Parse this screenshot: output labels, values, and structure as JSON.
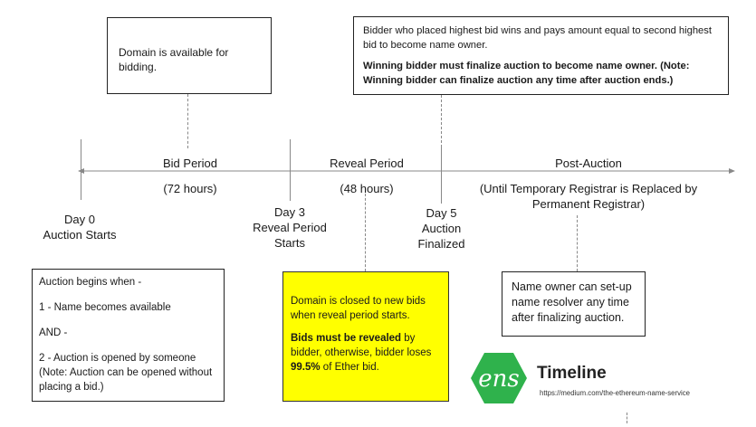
{
  "top_left_box": {
    "text": "Domain is available for bidding."
  },
  "top_right_box": {
    "line1": "Bidder who placed highest bid wins and pays amount equal to second highest bid to become name owner.",
    "line2_bold": "Winning bidder must finalize auction to become name owner. (Note: Winning bidder can finalize auction any time after auction ends.)"
  },
  "periods": {
    "bid_title": "Bid Period",
    "bid_duration": "(72 hours)",
    "reveal_title": "Reveal Period",
    "reveal_duration": "(48 hours)",
    "post_title": "Post-Auction",
    "post_note": "(Until Temporary Registrar is Replaced by Permanent Registrar)"
  },
  "milestones": {
    "day0": {
      "day": "Day 0",
      "desc": "Auction Starts"
    },
    "day3": {
      "day": "Day 3",
      "desc1": "Reveal Period",
      "desc2": "Starts"
    },
    "day5": {
      "day": "Day 5",
      "desc1": "Auction",
      "desc2": "Finalized"
    }
  },
  "bottom_left_box": {
    "l1": "Auction begins when -",
    "l2": "1 - Name becomes available",
    "l3": "AND -",
    "l4": "2 - Auction is opened by someone (Note: Auction can be opened without placing a bid.)"
  },
  "yellow_box": {
    "l1": "Domain is closed to new bids when reveal period starts.",
    "l2_bold": "Bids must be revealed",
    "l2_rest": " by bidder, otherwise, bidder loses ",
    "l2_bold2": "99.5%",
    "l2_end": " of Ether bid."
  },
  "bottom_right_box": {
    "text": "Name owner can set-up name resolver any time after finalizing auction."
  },
  "logo": {
    "mark": "ens",
    "title": "Timeline",
    "url": "https://medium.com/the-ethereum-name-service"
  },
  "colors": {
    "highlight": "#ffff00",
    "logo_green": "#2fb24c",
    "line": "#888888"
  }
}
